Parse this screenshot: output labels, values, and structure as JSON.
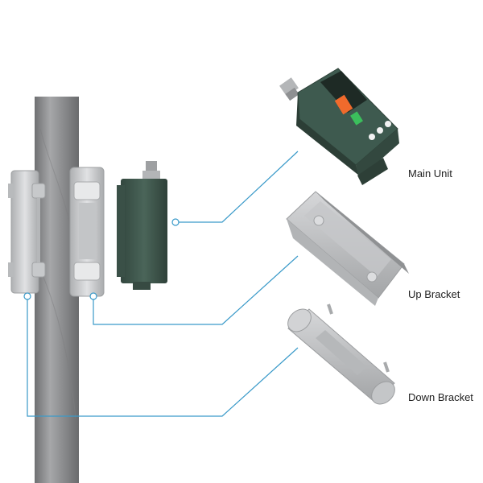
{
  "labels": {
    "main_unit": "Main Unit",
    "up_bracket": "Up Bracket",
    "down_bracket": "Down Bracket"
  },
  "colors": {
    "leader_line": "#3a9ac9",
    "unit_body": "#3e5a4f",
    "bracket_metal": "#c9cacc",
    "pipe": "#8d8e90"
  },
  "icons": {
    "display_panel": "lcd-display",
    "buttons": "keypad"
  }
}
